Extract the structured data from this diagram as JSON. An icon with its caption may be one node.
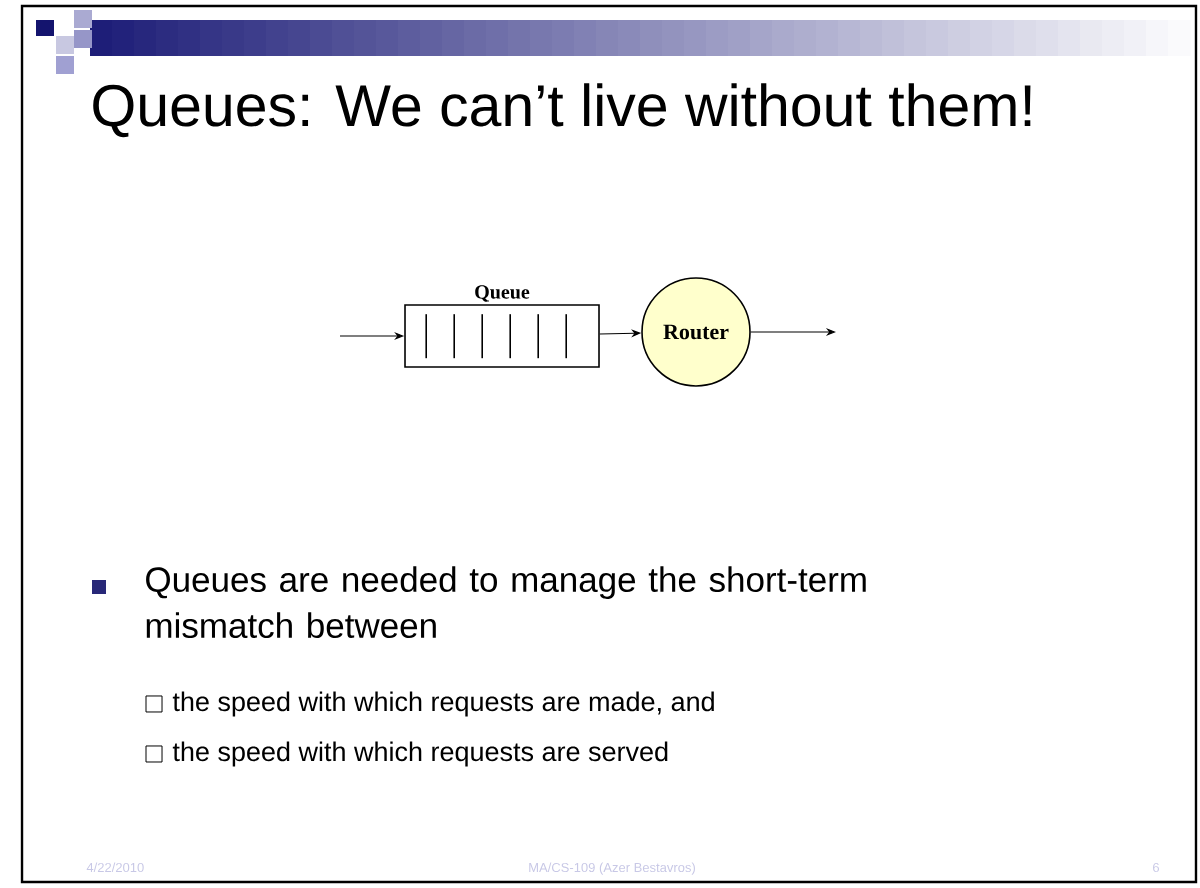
{
  "diagram": {
    "title": "Queues: We can’t live without them!",
    "nodes": [
      {
        "text": [
          "Queue"
        ]
      },
      {
        "text": [
          "Router"
        ]
      }
    ],
    "edges": [
      {
        "from": null,
        "to": 0,
        "arrow": "to"
      },
      {
        "from": 0,
        "to": 1,
        "arrow": "to"
      },
      {
        "from": 1,
        "to": null,
        "arrow": "to"
      }
    ],
    "labels": [
      "Queues are needed to manage the short-term mismatch between",
      "the speed with which requests are made, and",
      "the speed with which requests are served",
      "4/22/2010",
      "MA/CS-109 (Azer Bestavros)",
      "6"
    ]
  }
}
